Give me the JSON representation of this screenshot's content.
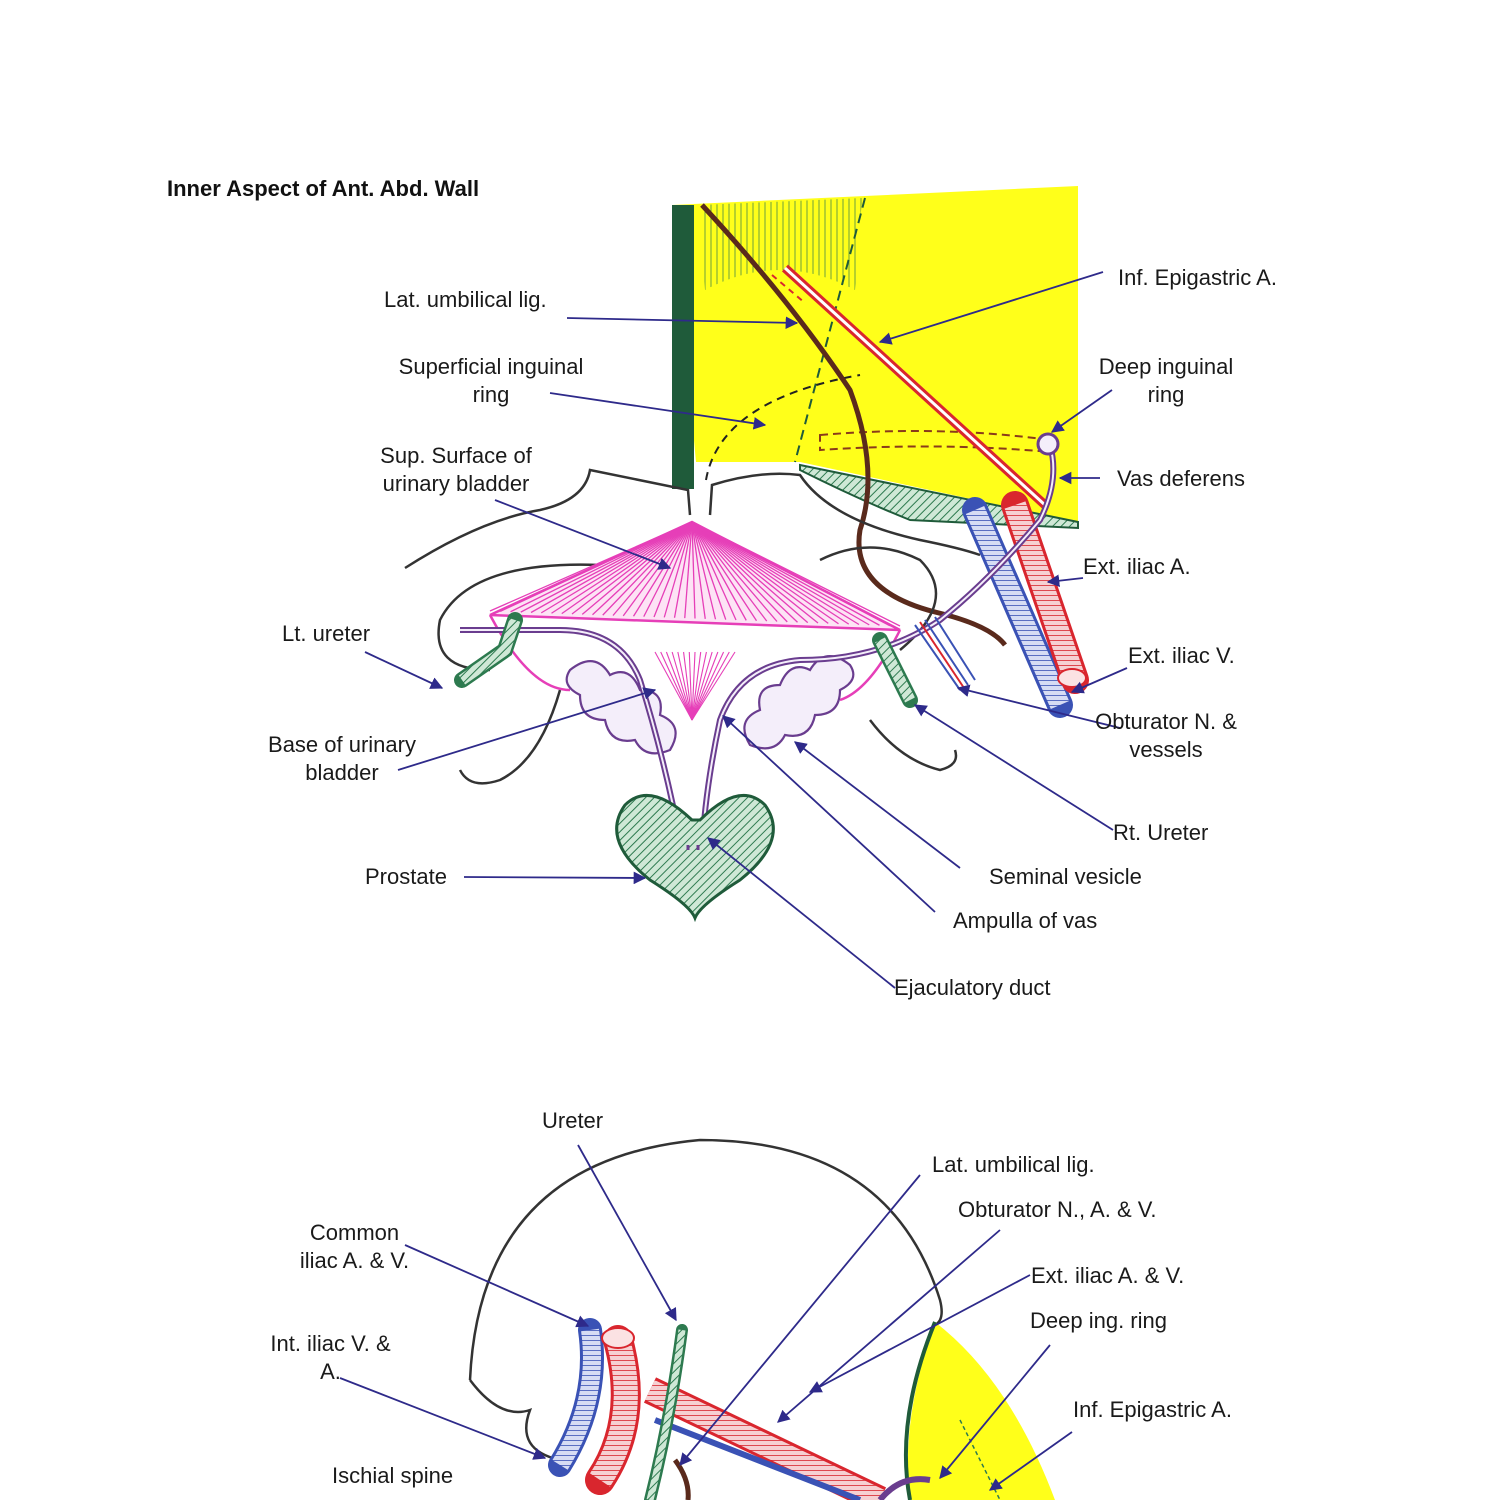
{
  "title": "Inner Aspect of Ant. Abd. Wall",
  "colors": {
    "wall_yellow": "#ffff1a",
    "wall_edge": "#1f5b3a",
    "bladder_pink": "#e63fb8",
    "vas_purple": "#6a3d8f",
    "ureter_green": "#2d7a4f",
    "artery_red": "#d9262e",
    "vein_blue": "#3a52b5",
    "ligament_brown": "#5a2a1c",
    "pointer": "#2e2a8a"
  },
  "figure1": {
    "labels": {
      "lat_umbilical_lig": "Lat. umbilical lig.",
      "inf_epigastric_a": "Inf. Epigastric A.",
      "superficial_inguinal_ring": "Superficial inguinal\nring",
      "deep_inguinal_ring": "Deep inguinal\nring",
      "sup_surface_bladder": "Sup. Surface of\nurinary bladder",
      "vas_deferens": "Vas deferens",
      "ext_iliac_a": "Ext. iliac A.",
      "lt_ureter": "Lt. ureter",
      "ext_iliac_v": "Ext. iliac V.",
      "obturator_n_vessels": "Obturator N. &\nvessels",
      "base_bladder": "Base of urinary\nbladder",
      "rt_ureter": "Rt. Ureter",
      "prostate": "Prostate",
      "seminal_vesicle": "Seminal vesicle",
      "ampulla_of_vas": "Ampulla of vas",
      "ejaculatory_duct": "Ejaculatory duct"
    }
  },
  "figure2": {
    "labels": {
      "ureter": "Ureter",
      "lat_umbilical_lig": "Lat. umbilical lig.",
      "obturator_nav": "Obturator N., A. & V.",
      "common_iliac": "Common\niliac A. & V.",
      "ext_iliac_av": "Ext. iliac A. & V.",
      "deep_ing_ring": "Deep ing. ring",
      "int_iliac": "Int. iliac V. &\nA.",
      "inf_epigastric_a": "Inf. Epigastric A.",
      "ischial_spine": "Ischial spine"
    }
  }
}
